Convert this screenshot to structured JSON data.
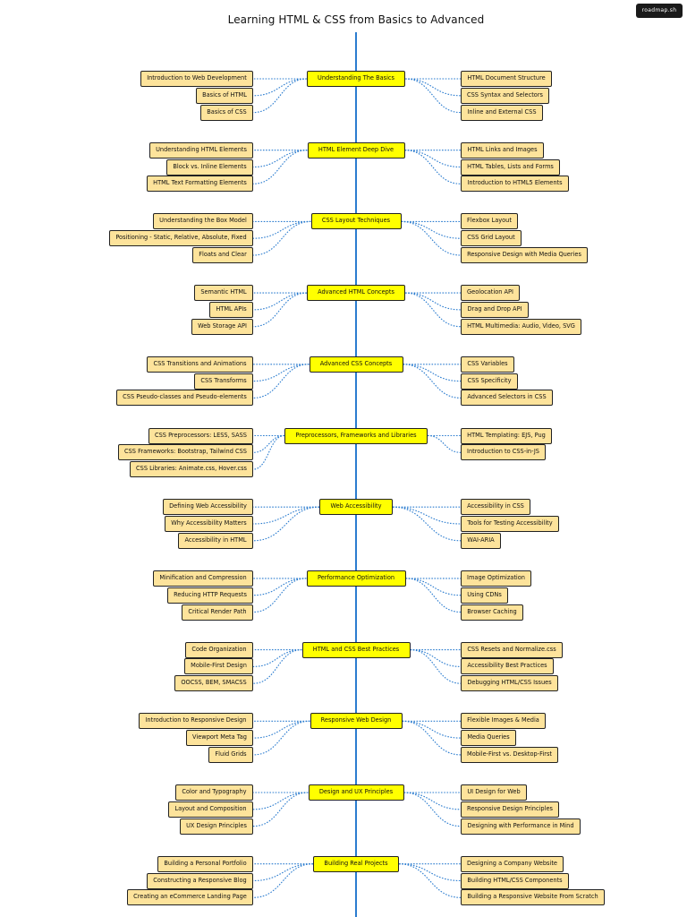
{
  "title": "Learning HTML & CSS from Basics to Advanced",
  "badge": "roadmap.sh",
  "colors": {
    "spine": "#2b7ccf",
    "topic": "#ffff00",
    "subtopic": "#fde39b",
    "border": "#222222"
  },
  "sections": [
    {
      "topic": "Understanding The Basics",
      "left": [
        "Introduction to Web Development",
        "Basics of HTML",
        "Basics of CSS"
      ],
      "right": [
        "HTML Document Structure",
        "CSS Syntax and Selectors",
        "Inline and External CSS"
      ]
    },
    {
      "topic": "HTML Element Deep Dive",
      "left": [
        "Understanding HTML Elements",
        "Block vs. Inline Elements",
        "HTML Text Formatting Elements"
      ],
      "right": [
        "HTML Links and Images",
        "HTML Tables, Lists and Forms",
        "Introduction to HTML5 Elements"
      ]
    },
    {
      "topic": "CSS Layout Techniques",
      "left": [
        "Understanding the Box Model",
        "Positioning - Static, Relative, Absolute, Fixed",
        "Floats and Clear"
      ],
      "right": [
        "Flexbox Layout",
        "CSS Grid Layout",
        "Responsive Design with Media Queries"
      ]
    },
    {
      "topic": "Advanced HTML Concepts",
      "left": [
        "Semantic HTML",
        "HTML APIs",
        "Web Storage API"
      ],
      "right": [
        "Geolocation API",
        "Drag and Drop API",
        "HTML Multimedia: Audio, Video, SVG"
      ]
    },
    {
      "topic": "Advanced CSS Concepts",
      "left": [
        "CSS Transitions and Animations",
        "CSS Transforms",
        "CSS Pseudo-classes and Pseudo-elements"
      ],
      "right": [
        "CSS Variables",
        "CSS Specificity",
        "Advanced Selectors in CSS"
      ]
    },
    {
      "topic": "Preprocessors, Frameworks and Libraries",
      "left": [
        "CSS Preprocessors: LESS, SASS",
        "CSS Frameworks: Bootstrap, Tailwind CSS",
        "CSS Libraries: Animate.css, Hover.css"
      ],
      "right": [
        "HTML Templating: EJS, Pug",
        "Introduction to CSS-in-JS"
      ]
    },
    {
      "topic": "Web Accessibility",
      "left": [
        "Defining Web Accessibility",
        "Why Accessibility Matters",
        "Accessibility in HTML"
      ],
      "right": [
        "Accessibility in CSS",
        "Tools for Testing Accessibility",
        "WAI-ARIA"
      ]
    },
    {
      "topic": "Performance Optimization",
      "left": [
        "Minification and Compression",
        "Reducing HTTP Requests",
        "Critical Render Path"
      ],
      "right": [
        "Image Optimization",
        "Using CDNs",
        "Browser Caching"
      ]
    },
    {
      "topic": "HTML and CSS Best Practices",
      "left": [
        "Code Organization",
        "Mobile-First Design",
        "OOCSS, BEM, SMACSS"
      ],
      "right": [
        "CSS Resets and Normalize.css",
        "Accessibility Best Practices",
        "Debugging HTML/CSS Issues"
      ]
    },
    {
      "topic": "Responsive Web Design",
      "left": [
        "Introduction to Responsive Design",
        "Viewport Meta Tag",
        "Fluid Grids"
      ],
      "right": [
        "Flexible Images & Media",
        "Media Queries",
        "Mobile-First vs. Desktop-First"
      ]
    },
    {
      "topic": "Design and UX Principles",
      "left": [
        "Color and Typography",
        "Layout and Composition",
        "UX Design Principles"
      ],
      "right": [
        "UI Design for Web",
        "Responsive Design Principles",
        "Designing with Performance in Mind"
      ]
    },
    {
      "topic": "Building Real Projects",
      "left": [
        "Building a Personal Portfolio",
        "Constructing a Responsive Blog",
        "Creating an eCommerce Landing Page"
      ],
      "right": [
        "Designing a Company Website",
        "Building HTML/CSS Components",
        "Building a Responsive Website From Scratch"
      ]
    }
  ]
}
